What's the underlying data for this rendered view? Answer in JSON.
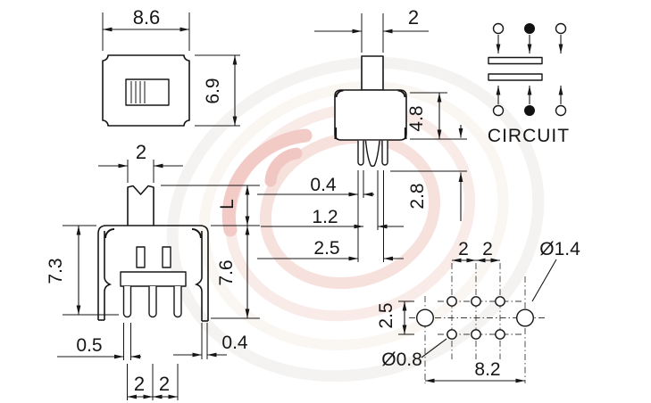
{
  "drawing": {
    "kind": "technical-drawing"
  },
  "views": {
    "top_view": {
      "width_dim": "8.6",
      "height_dim": "6.9"
    },
    "side_view": {
      "knob_width_dim": "2",
      "body_height_dim": "4.8",
      "pin_length_dim": "2.8",
      "pin_thickness_dim": "0.4",
      "pin_offset_dim": "1.2",
      "pin_row_pitch_dim": "2.5"
    },
    "circuit": {
      "label": "CIRCUIT"
    },
    "front_view": {
      "knob_width_dim": "2",
      "knob_height_dim": "L",
      "body_height_dim": "7.3",
      "overall_height_dim": "7.6",
      "pin_width_dim": "0.5",
      "bracket_thickness_dim": "0.4",
      "pin_pitch_left_dim": "2",
      "pin_pitch_right_dim": "2"
    },
    "pcb_layout": {
      "col_pitch_left_dim": "2",
      "col_pitch_right_dim": "2",
      "large_hole_dim": "Ø1.4",
      "row_pitch_dim": "2.5",
      "small_hole_dim": "Ø0.8",
      "span_dim": "8.2"
    }
  },
  "colors": {
    "line": "#161616",
    "background": "#ffffff",
    "watermark_pink": "#eab4ac",
    "watermark_light_pink": "#f4d9d5",
    "watermark_gray": "#ece8e5"
  }
}
